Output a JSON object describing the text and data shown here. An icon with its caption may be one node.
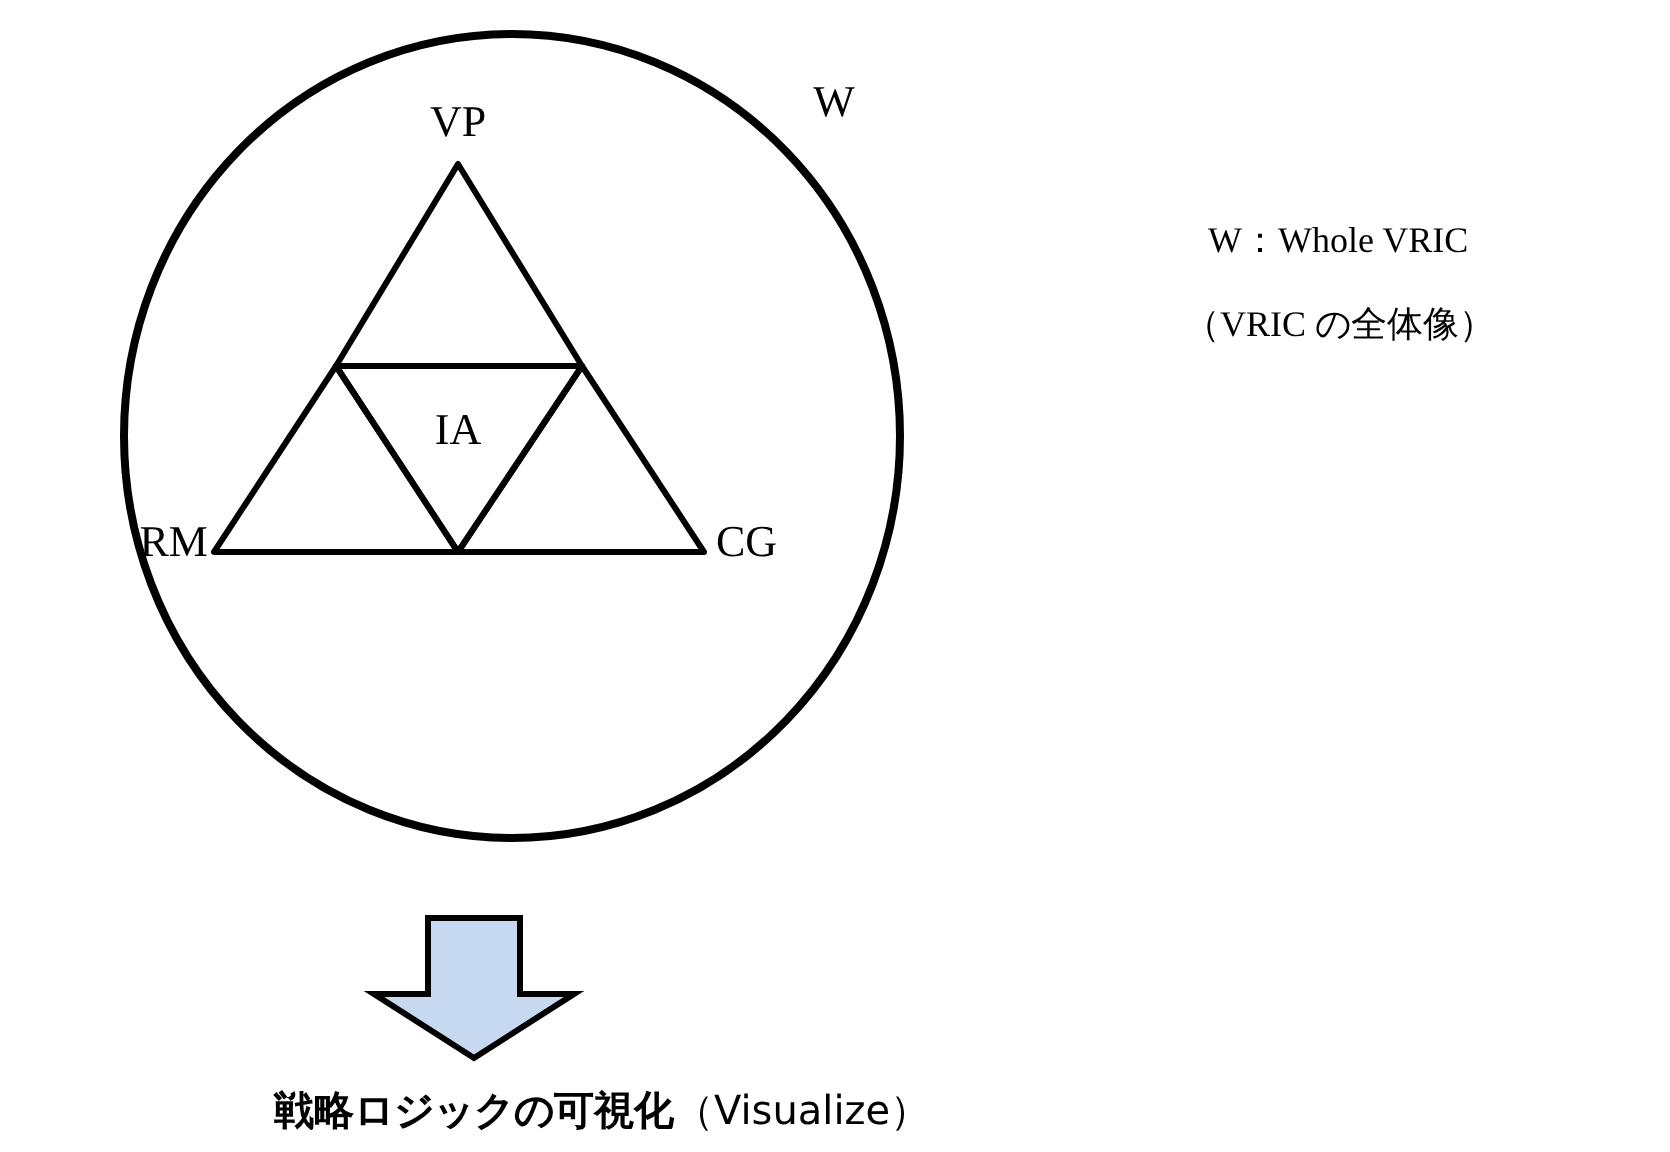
{
  "diagram": {
    "nodes": [
      {
        "text": [
          "W"
        ]
      },
      {
        "text": [
          "VP"
        ],
        "in": 0
      },
      {
        "text": [
          "RM"
        ],
        "in": 0
      },
      {
        "text": [
          "CG"
        ],
        "in": 0
      },
      {
        "text": [
          "IA"
        ],
        "in": 0
      },
      {
        "text": [
          "**戦略ロジックの可視化**（Visualize）"
        ]
      }
    ],
    "edges": [
      {
        "from": 0,
        "to": 5,
        "arrow": "to",
        "style": "thick"
      }
    ],
    "labels": [
      "W：Whole VRIC",
      "（VRIC の全体像）"
    ]
  }
}
